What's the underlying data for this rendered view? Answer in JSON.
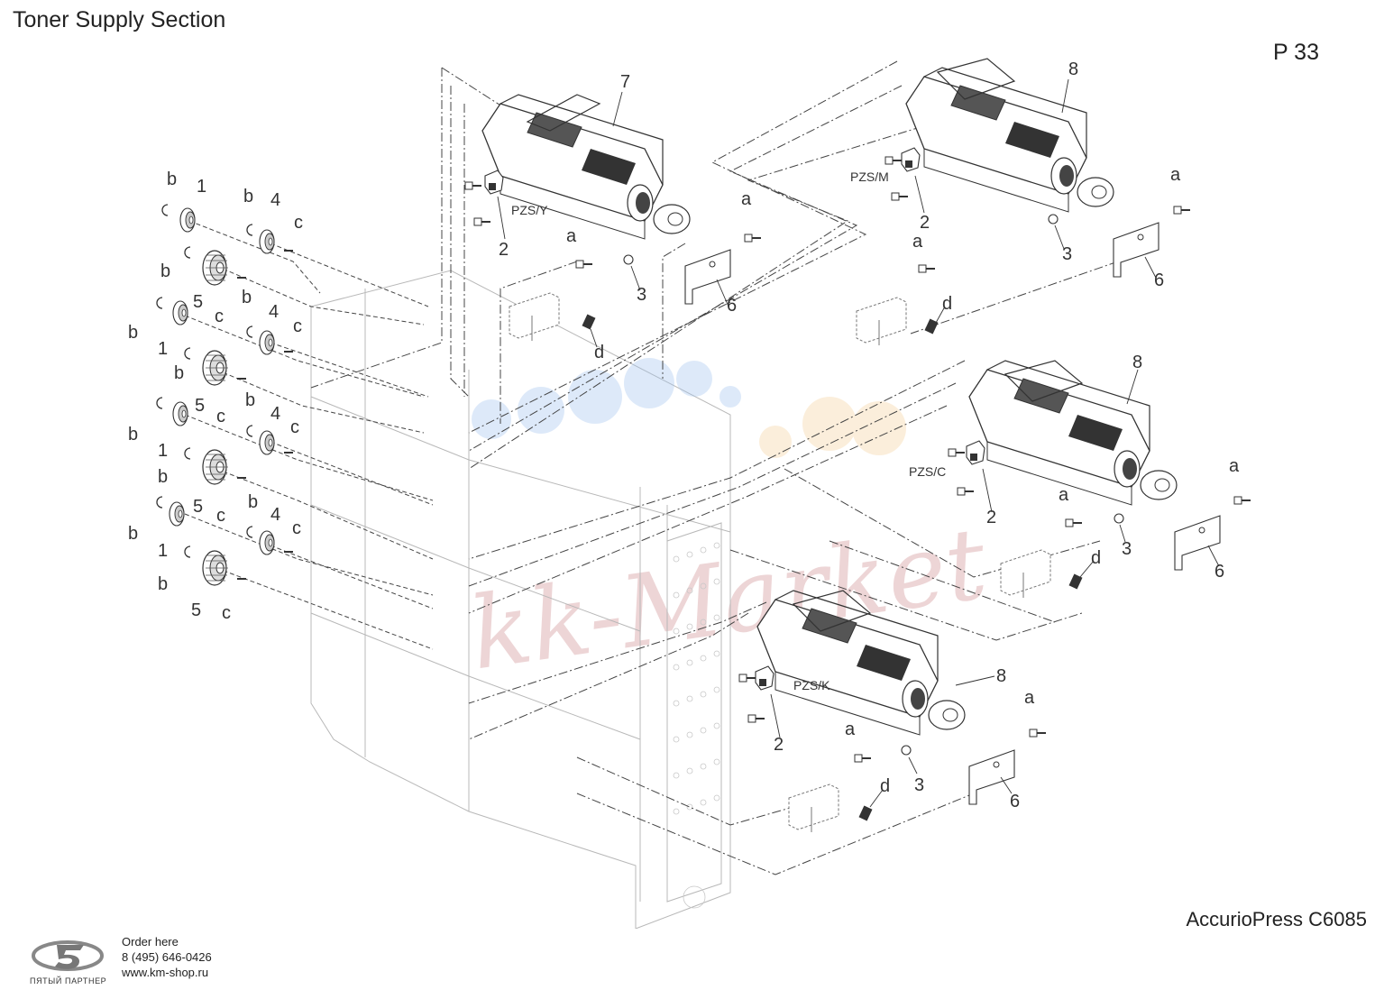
{
  "header": {
    "title": "Toner Supply Section",
    "page": "P 33"
  },
  "footer": {
    "model": "AccurioPress C6085",
    "dealer": {
      "name": "ПЯТЫЙ ПАРТНЕР",
      "order_label": "Order here",
      "phone": "8 (495) 646-0426",
      "website": "www.km-shop.ru"
    }
  },
  "watermark": "kk-Market",
  "callouts": {
    "n1": "1",
    "n2": "2",
    "n3": "3",
    "n4": "4",
    "n5": "5",
    "n6": "6",
    "n7": "7",
    "n8": "8",
    "a": "a",
    "b": "b",
    "c": "c",
    "d": "d"
  },
  "unit_labels": [
    "PZS/Y",
    "PZS/M",
    "PZS/C",
    "PZS/K"
  ],
  "colors": {
    "line": "#333333",
    "frame": "#b8b8b8",
    "text": "#222222"
  }
}
